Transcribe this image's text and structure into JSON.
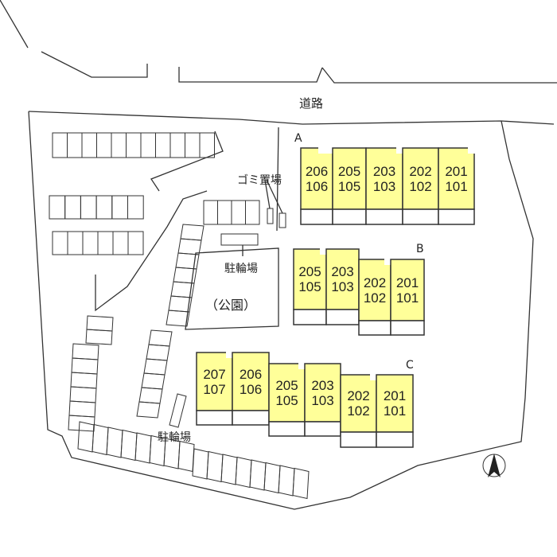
{
  "labels": {
    "road": "道路",
    "garbage": "ゴミ置場",
    "bicycle_parking_1": "駐輪場",
    "bicycle_parking_2": "駐輪場",
    "park": "（公園）",
    "north_arrow": "north-arrow-icon"
  },
  "buildings": [
    {
      "name": "A",
      "units": [
        "206/106",
        "205/105",
        "203/103",
        "202/102",
        "201/101"
      ]
    },
    {
      "name": "B",
      "units": [
        "205/105",
        "203/103",
        "202/102",
        "201/101"
      ]
    },
    {
      "name": "C",
      "units": [
        "207/107",
        "206/106",
        "205/105",
        "203/103",
        "202/102",
        "201/101"
      ]
    }
  ],
  "colors": {
    "building_fill": "#FFFF99",
    "line": "#333333"
  }
}
